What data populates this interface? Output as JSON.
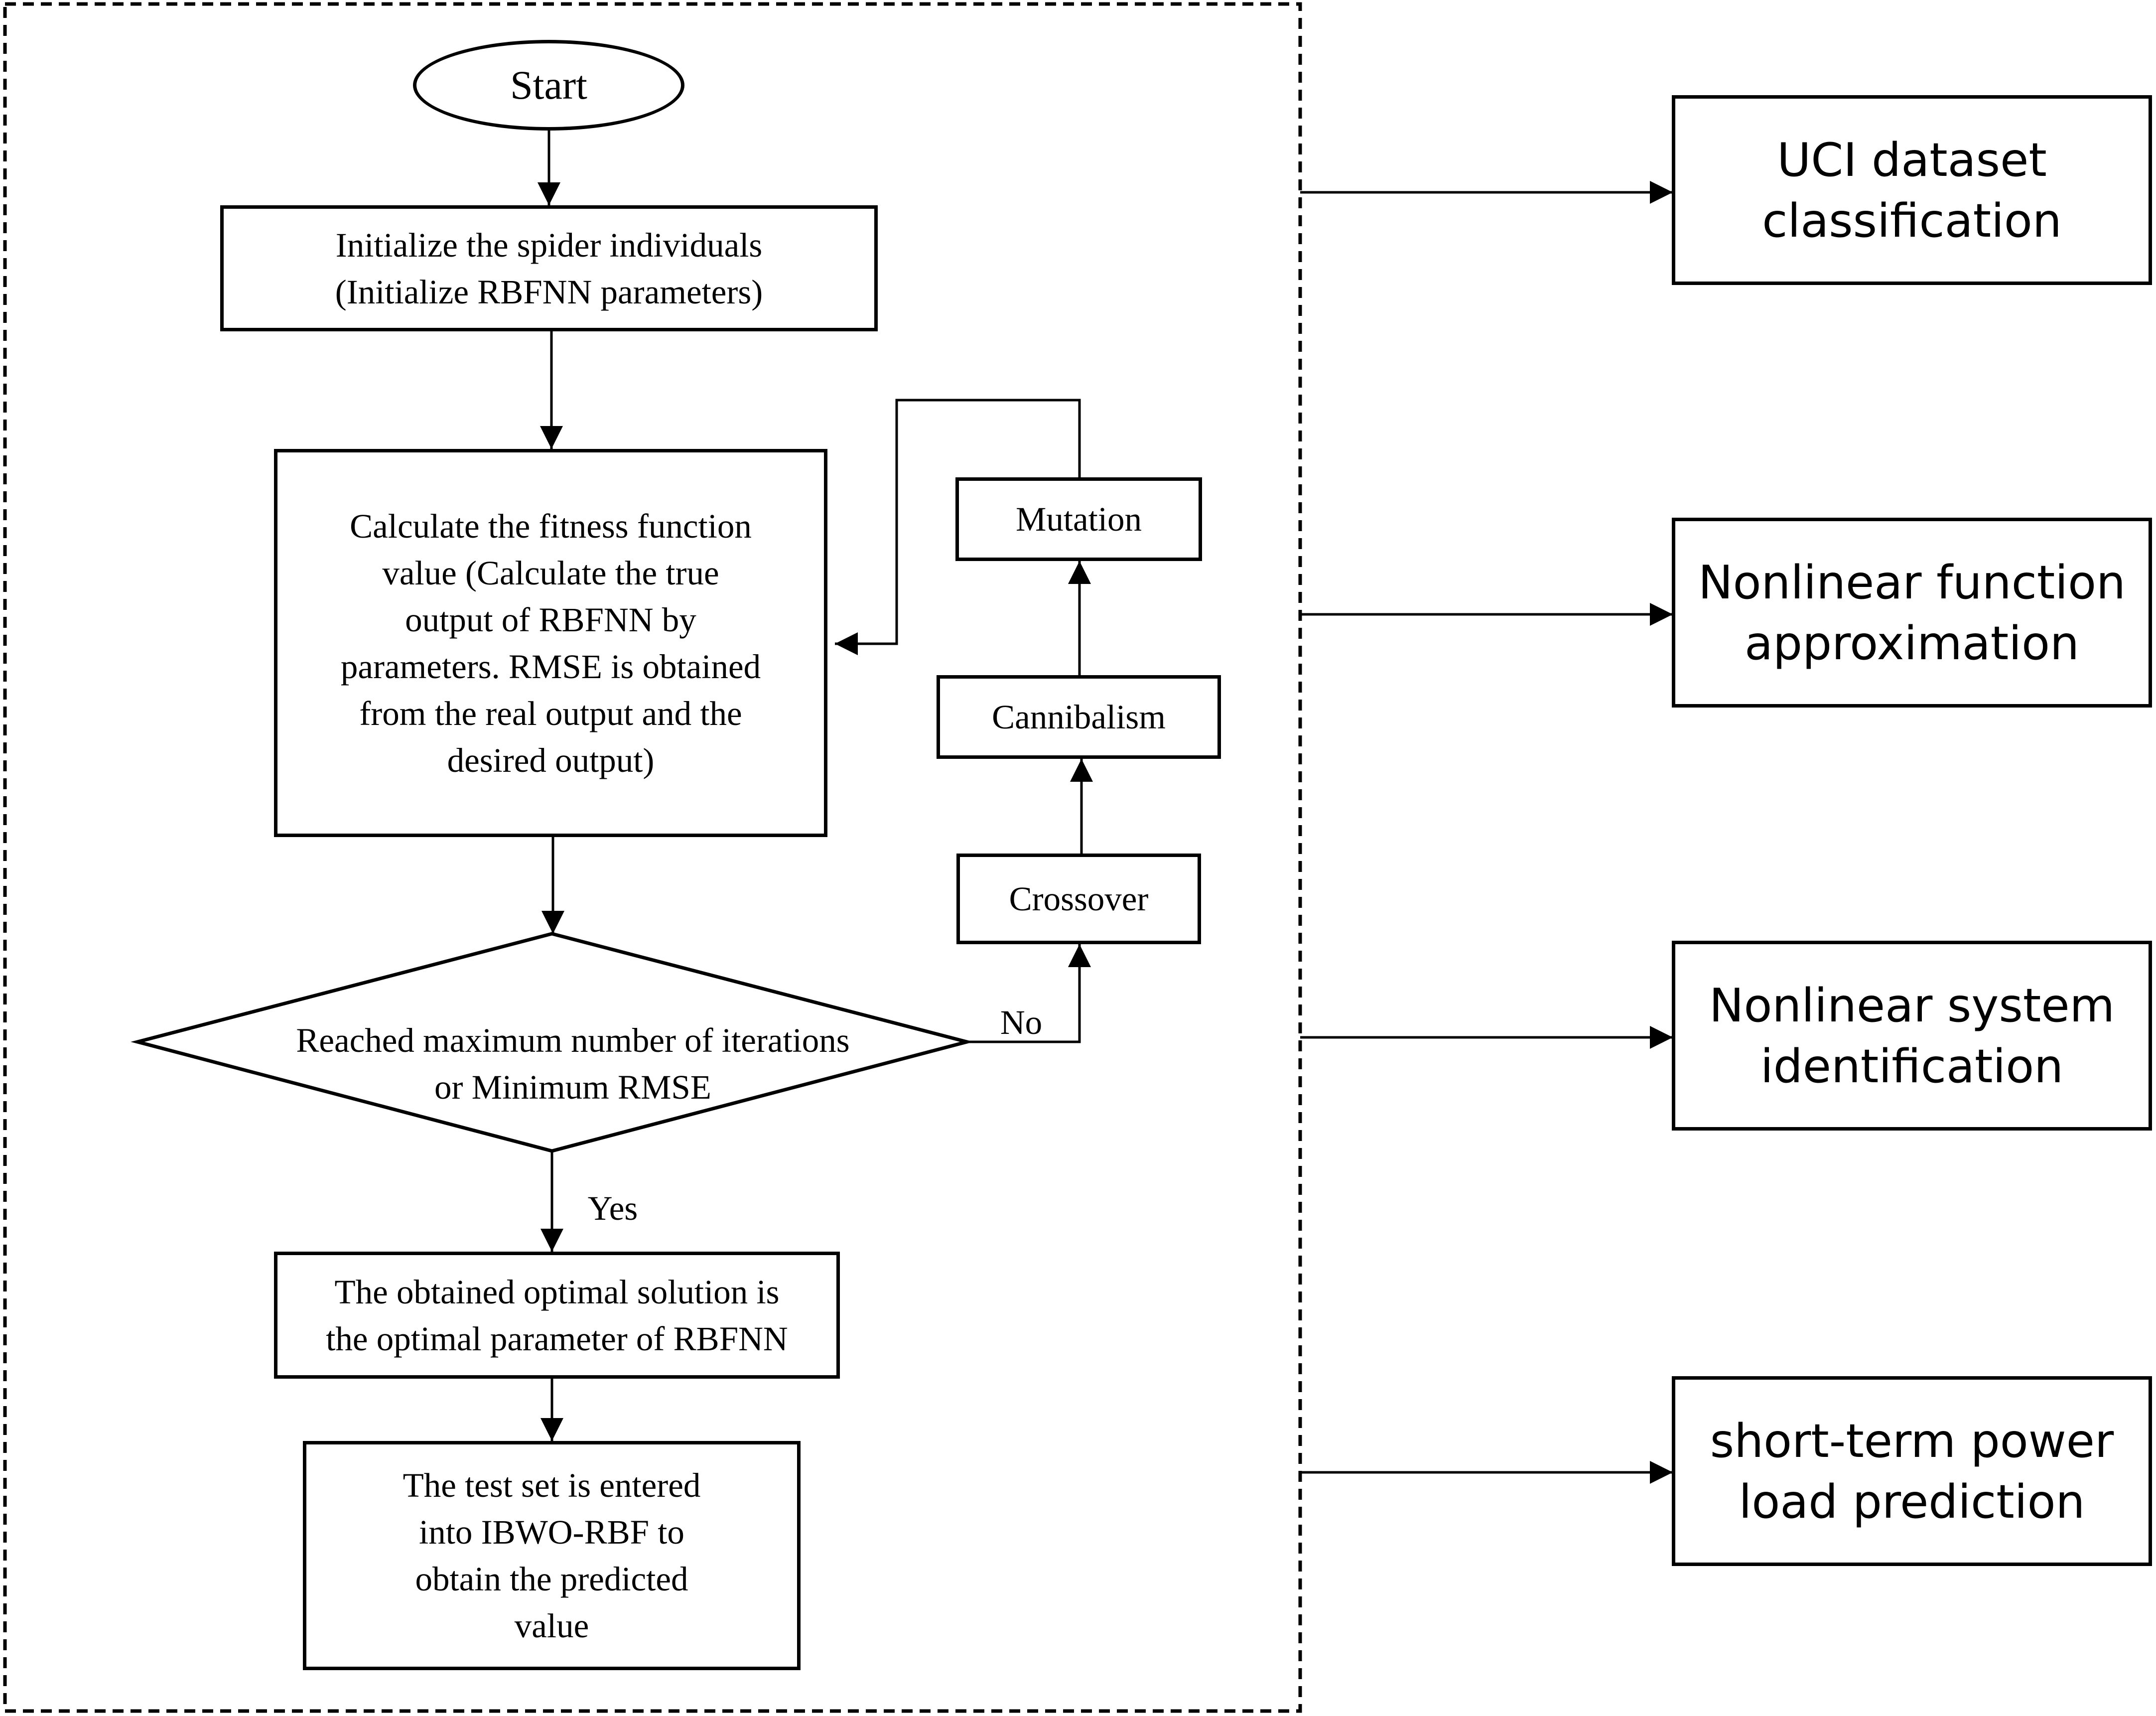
{
  "flowchart": {
    "start": "Start",
    "initialize": [
      "Initialize the spider individuals",
      "(Initialize RBFNN parameters)"
    ],
    "fitness": [
      "Calculate the fitness function",
      "value (Calculate the true",
      "output of RBFNN by",
      "parameters. RMSE is obtained",
      "from the real output and the",
      "desired output)"
    ],
    "decision": [
      "Reached maximum number of iterations",
      "or Minimum RMSE"
    ],
    "no_label": "No",
    "yes_label": "Yes",
    "crossover": "Crossover",
    "cannibalism": "Cannibalism",
    "mutation": "Mutation",
    "optimal": [
      "The obtained optimal solution is",
      "the optimal parameter of RBFNN"
    ],
    "test": [
      "The test set is entered",
      "into IBWO-RBF to",
      "obtain the predicted",
      "value"
    ]
  },
  "applications": [
    [
      "UCI dataset",
      "classification"
    ],
    [
      "Nonlinear function",
      "approximation"
    ],
    [
      "Nonlinear system",
      "identification"
    ],
    [
      "short-term power",
      "load prediction"
    ]
  ]
}
